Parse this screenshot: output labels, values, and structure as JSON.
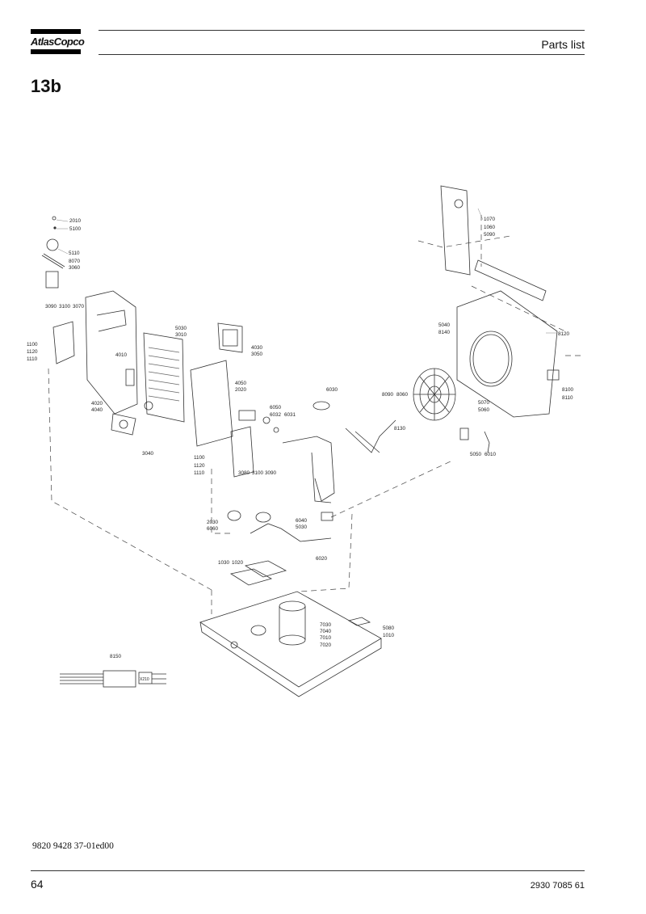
{
  "header": {
    "brand": "AtlasCopco",
    "title": "Parts list"
  },
  "section": "13b",
  "diagram": {
    "labels": [
      "2010",
      "5100",
      "5110",
      "8070",
      "3060",
      "3090",
      "3100",
      "3070",
      "1100",
      "1120",
      "1110",
      "4010",
      "4020",
      "4040",
      "5030",
      "3010",
      "4030",
      "3050",
      "4050",
      "2020",
      "3040",
      "1100",
      "1120",
      "1110",
      "3080",
      "3100",
      "3090",
      "6050",
      "6032",
      "6031",
      "6030",
      "8090",
      "8060",
      "8130",
      "1070",
      "1060",
      "5090",
      "5040",
      "8140",
      "8120",
      "8100",
      "8110",
      "5070",
      "5060",
      "5050",
      "6010",
      "2030",
      "6060",
      "6040",
      "5030",
      "6020",
      "1030",
      "1020",
      "7030",
      "7040",
      "7010",
      "7020",
      "5080",
      "1010",
      "8150"
    ],
    "cable_tag": "X210"
  },
  "footer": {
    "doc_ref": "9820 9428 37-01ed00",
    "page_number": "64",
    "code": "2930 7085 61"
  }
}
